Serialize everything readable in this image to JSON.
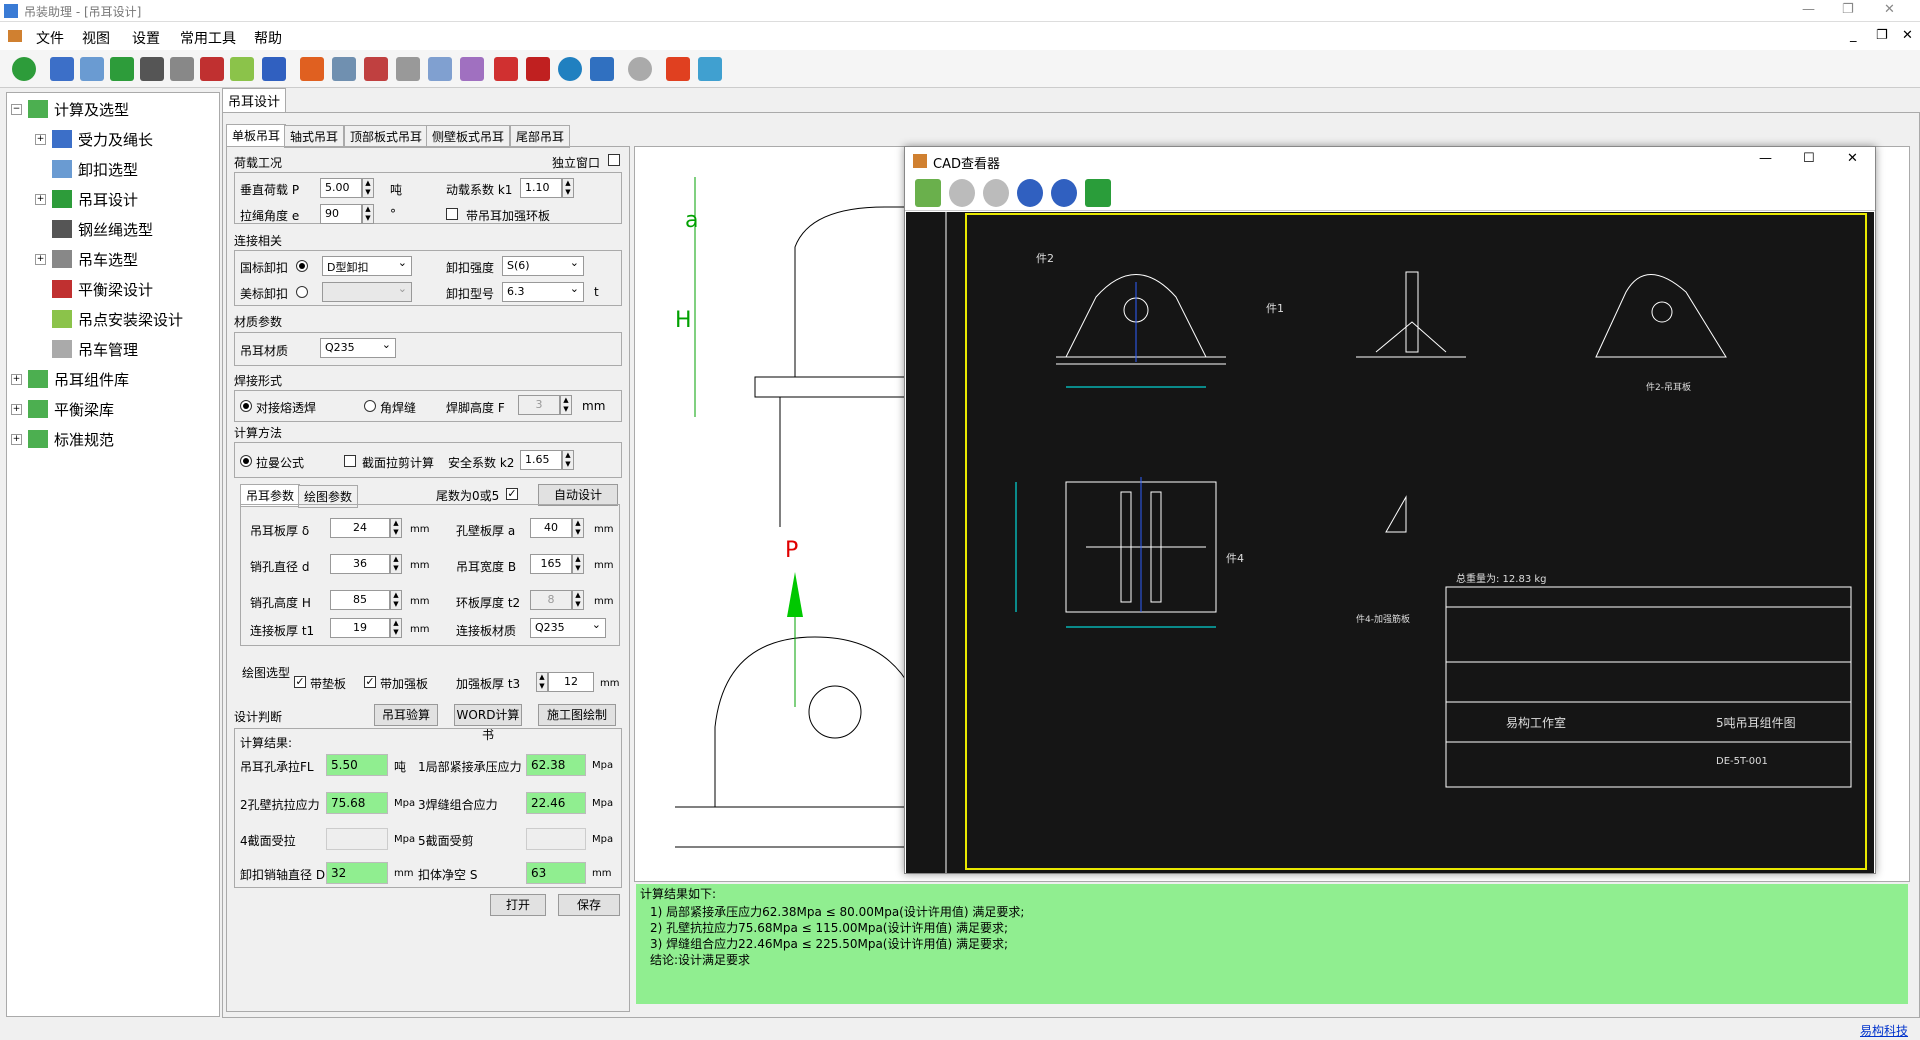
{
  "app": {
    "title": "吊装助理 - [吊耳设计]"
  },
  "menu": [
    "文件",
    "视图",
    "设置",
    "常用工具",
    "帮助"
  ],
  "tree": {
    "root1": "计算及选型",
    "items": [
      "受力及绳长",
      "卸扣选型",
      "吊耳设计",
      "钢丝绳选型",
      "吊车选型",
      "平衡梁设计",
      "吊点安装梁设计",
      "吊车管理"
    ],
    "root2": "吊耳组件库",
    "root3": "平衡梁库",
    "root4": "标准规范"
  },
  "doc_tab": "吊耳设计",
  "tabs": [
    "单板吊耳",
    "轴式吊耳",
    "顶部板式吊耳",
    "侧壁板式吊耳",
    "尾部吊耳"
  ],
  "load": {
    "title": "荷载工况",
    "independent": "独立窗口",
    "vload_label": "垂直荷载 P",
    "vload": "5.00",
    "vload_unit": "吨",
    "dyn_label": "动载系数 k1",
    "dyn": "1.10",
    "angle_label": "拉绳角度 e",
    "angle": "90",
    "angle_unit": "°",
    "ring": "带吊耳加强环板"
  },
  "conn": {
    "title": "连接相关",
    "gb": "国标卸扣",
    "gb_val": "D型卸扣",
    "us": "美标卸扣",
    "strength_label": "卸扣强度",
    "strength": "S(6)",
    "model_label": "卸扣型号",
    "model": "6.3",
    "model_unit": "t"
  },
  "mat": {
    "title": "材质参数",
    "label": "吊耳材质",
    "val": "Q235"
  },
  "weld": {
    "title": "焊接形式",
    "butt": "对接熔透焊",
    "fillet": "角焊缝",
    "height_label": "焊脚高度 F",
    "height": "3",
    "unit": "mm"
  },
  "calc": {
    "title": "计算方法",
    "m1": "拉曼公式",
    "m2": "截面拉剪计算",
    "safety_label": "安全系数 k2",
    "safety": "1.65"
  },
  "params": {
    "tab1": "吊耳参数",
    "tab2": "绘图参数",
    "tail_zero": "尾数为0或5",
    "auto": "自动设计",
    "rows": [
      {
        "l1": "吊耳板厚 δ",
        "v1": "24",
        "u1": "mm",
        "l2": "孔壁板厚 a",
        "v2": "40",
        "u2": "mm"
      },
      {
        "l1": "销孔直径 d",
        "v1": "36",
        "u1": "mm",
        "l2": "吊耳宽度 B",
        "v2": "165",
        "u2": "mm"
      },
      {
        "l1": "销孔高度 H",
        "v1": "85",
        "u1": "mm",
        "l2": "环板厚度 t2",
        "v2": "8",
        "u2": "mm"
      },
      {
        "l1": "连接板厚 t1",
        "v1": "19",
        "u1": "mm",
        "l2": "连接板材质",
        "v2": "Q235",
        "u2": ""
      }
    ]
  },
  "draw": {
    "title": "绘图选型",
    "pad": "带垫板",
    "rib": "带加强板",
    "rib_label": "加强板厚 t3",
    "rib_val": "12",
    "rib_unit": "mm"
  },
  "judge": {
    "title": "设计判断",
    "b1": "吊耳验算",
    "b2": "WORD计算书",
    "b3": "施工图绘制"
  },
  "results": {
    "title": "计算结果:",
    "r1l": "吊耳孔承拉FL",
    "r1v": "5.50",
    "r1u": "吨",
    "r2l": "1局部紧接承压应力",
    "r2v": "62.38",
    "r2u": "Mpa",
    "r3l": "2孔壁抗拉应力",
    "r3v": "75.68",
    "r3u": "Mpa",
    "r4l": "3焊缝组合应力",
    "r4v": "22.46",
    "r4u": "Mpa",
    "r5l": "4截面受拉",
    "r5u": "Mpa",
    "r6l": "5截面受剪",
    "r6u": "Mpa",
    "r7l": "卸扣销轴直径 D",
    "r7v": "32",
    "r7u": "mm",
    "r8l": "扣体净空 S",
    "r8v": "63",
    "r8u": "mm"
  },
  "buttons": {
    "open": "打开",
    "save": "保存"
  },
  "cad": {
    "title": "CAD查看器",
    "total_weight": "总重量为: 12.83 kg",
    "studio": "易构工作室",
    "drawing": "5吨吊耳组件图",
    "dwg_no": "DE-5T-001",
    "part1": "件1",
    "part2": "件2",
    "part2b": "件2-吊耳板",
    "part4": "件4",
    "part4b": "件4-加强筋板"
  },
  "summary": [
    "计算结果如下:",
    "1) 局部紧接承压应力62.38Mpa ≤ 80.00Mpa(设计许用值) 满足要求;",
    "2) 孔壁抗拉应力75.68Mpa ≤ 115.00Mpa(设计许用值) 满足要求;",
    "3) 焊缝组合应力22.46Mpa ≤ 225.50Mpa(设计许用值) 满足要求;",
    "结论:设计满足要求"
  ],
  "status": {
    "right": "易构科技"
  },
  "colors": {
    "result_bg": "#90ee90",
    "cad_bg": "#151515"
  }
}
